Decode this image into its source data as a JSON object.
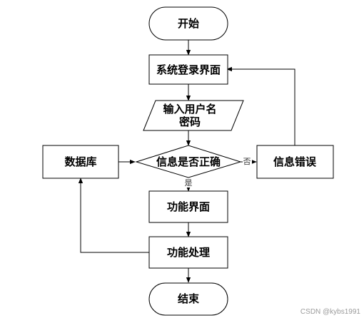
{
  "diagram": {
    "nodes": {
      "start": "开始",
      "login": "系统登录界面",
      "input_line1": "输入用户名",
      "input_line2": "密码",
      "check": "信息是否正确",
      "database": "数据库",
      "error": "信息错误",
      "function_ui": "功能界面",
      "function_proc": "功能处理",
      "end": "结束"
    },
    "edges": {
      "yes": "是",
      "no": "否"
    }
  },
  "watermark": "CSDN @kybs1991",
  "colors": {
    "stroke": "#000000",
    "fill": "#ffffff"
  }
}
